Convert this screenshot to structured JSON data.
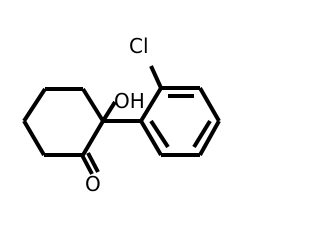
{
  "molecule": {
    "labels": {
      "chlorine": "Cl",
      "hydroxyl": "OH",
      "carbonyl_oxygen": "O"
    }
  }
}
